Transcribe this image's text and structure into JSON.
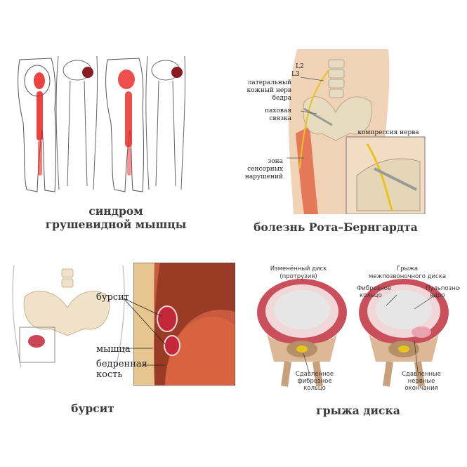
{
  "panels": {
    "piriformis": {
      "caption_line1": "синдром",
      "caption_line2": "грушевидной мышцы"
    },
    "roth": {
      "caption": "болезнь Рота–Бернгардта",
      "labels": {
        "l2": "L2",
        "l3": "L3",
        "nerve_line1": "латеральный",
        "nerve_line2": "кожный нерв",
        "nerve_line3": "бедра",
        "lig_line1": "паховая",
        "lig_line2": "связка",
        "zone_line1": "зона",
        "zone_line2": "сенсорных",
        "zone_line3": "нарушений",
        "compression": "компрессия нерва"
      }
    },
    "bursitis": {
      "caption": "бурсит",
      "labels": {
        "bursa": "бурсит",
        "muscle": "мышца",
        "femur_line1": "бедренная",
        "femur_line2": "кость"
      }
    },
    "hernia": {
      "caption": "грыжа диска",
      "labels": {
        "changed_line1": "Изменённый диск",
        "changed_line2": "(протрузия)",
        "hernia_line1": "Грыжа",
        "hernia_line2": "межпозвоночного диска",
        "fibrous_line1": "Фиброзное",
        "fibrous_line2": "кольцо",
        "pulpous_line1": "Пульпозное",
        "pulpous_line2": "ядро",
        "compressed_ring_line1": "Сдавленное",
        "compressed_ring_line2": "фиброзное",
        "compressed_ring_line3": "кольцо",
        "compressed_nerve_line1": "Сдавленные",
        "compressed_nerve_line2": "нервные",
        "compressed_nerve_line3": "окончания"
      }
    }
  }
}
